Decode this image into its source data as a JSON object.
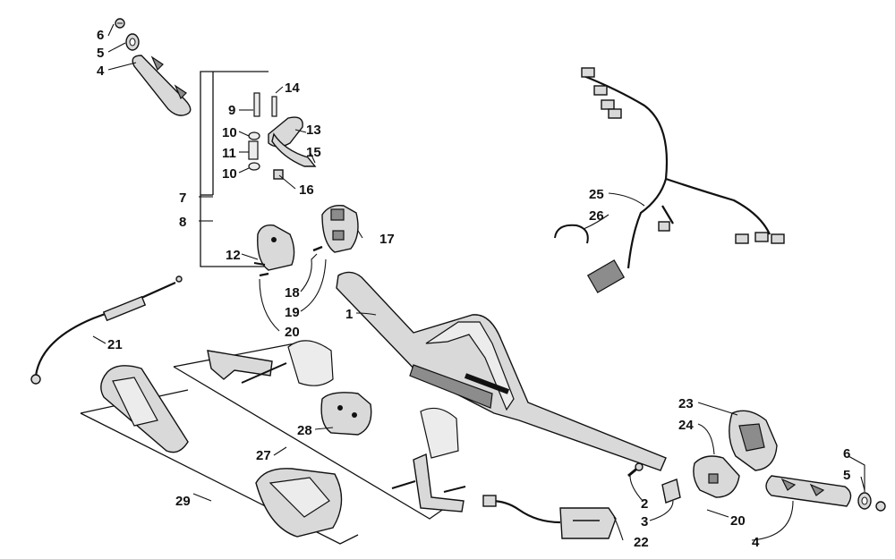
{
  "diagram": {
    "callouts": [
      {
        "id": "c6a",
        "text": "6"
      },
      {
        "id": "c5a",
        "text": "5"
      },
      {
        "id": "c4a",
        "text": "4"
      },
      {
        "id": "c14",
        "text": "14"
      },
      {
        "id": "c9",
        "text": "9"
      },
      {
        "id": "c13",
        "text": "13"
      },
      {
        "id": "c10a",
        "text": "10"
      },
      {
        "id": "c11",
        "text": "11"
      },
      {
        "id": "c15",
        "text": "15"
      },
      {
        "id": "c10b",
        "text": "10"
      },
      {
        "id": "c16",
        "text": "16"
      },
      {
        "id": "c7",
        "text": "7"
      },
      {
        "id": "c8",
        "text": "8"
      },
      {
        "id": "c17",
        "text": "17"
      },
      {
        "id": "c12",
        "text": "12"
      },
      {
        "id": "c18",
        "text": "18"
      },
      {
        "id": "c19",
        "text": "19"
      },
      {
        "id": "c20a",
        "text": "20"
      },
      {
        "id": "c1",
        "text": "1"
      },
      {
        "id": "c21",
        "text": "21"
      },
      {
        "id": "c25",
        "text": "25"
      },
      {
        "id": "c26",
        "text": "26"
      },
      {
        "id": "c28",
        "text": "28"
      },
      {
        "id": "c27",
        "text": "27"
      },
      {
        "id": "c29",
        "text": "29"
      },
      {
        "id": "c23",
        "text": "23"
      },
      {
        "id": "c24",
        "text": "24"
      },
      {
        "id": "c6b",
        "text": "6"
      },
      {
        "id": "c5b",
        "text": "5"
      },
      {
        "id": "c2",
        "text": "2"
      },
      {
        "id": "c3",
        "text": "3"
      },
      {
        "id": "c20b",
        "text": "20"
      },
      {
        "id": "c22",
        "text": "22"
      },
      {
        "id": "c4b",
        "text": "4"
      }
    ]
  },
  "colors": {
    "ink": "#111111",
    "part_fill": "#d9d9d9",
    "part_dark": "#8c8c8c",
    "background": "#ffffff"
  }
}
